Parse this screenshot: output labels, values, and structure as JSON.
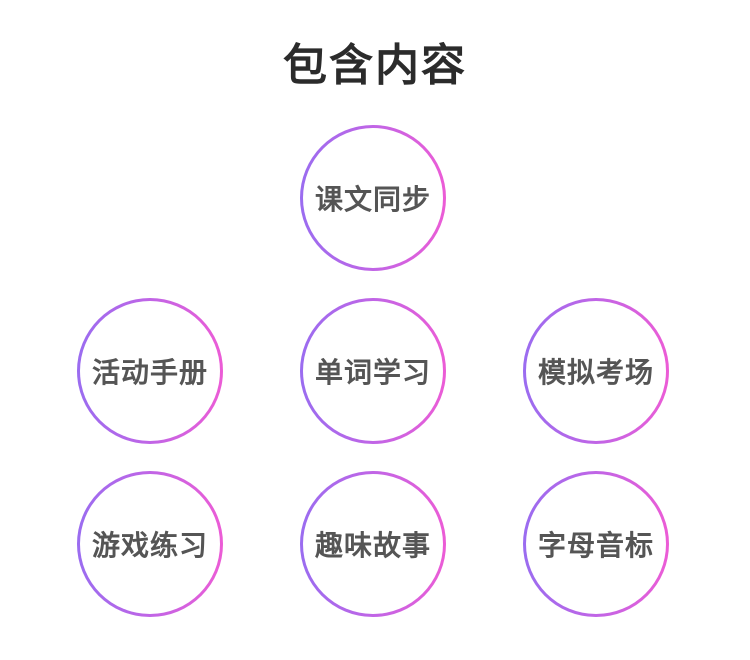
{
  "page": {
    "title": "包含内容"
  },
  "items": [
    {
      "label": "课文同步"
    },
    {
      "label": "活动手册"
    },
    {
      "label": "单词学习"
    },
    {
      "label": "模拟考场"
    },
    {
      "label": "游戏练习"
    },
    {
      "label": "趣味故事"
    },
    {
      "label": "字母音标"
    }
  ],
  "colors": {
    "title": "#2b2b2b",
    "label": "#555555",
    "ring_start": "#9a6cf0",
    "ring_end": "#ec5cd6"
  }
}
